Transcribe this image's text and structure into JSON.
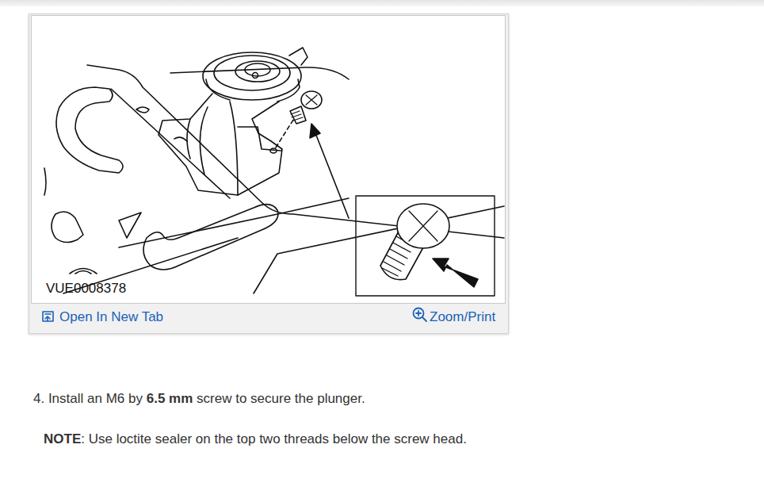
{
  "diagram": {
    "labels": [
      "VUE0008378",
      "Open In New Tab",
      "Zoom/Print",
      "4. Install an M6 by",
      "6.5 mm",
      "screw to secure the plunger.",
      "NOTE",
      ": Use loctite sealer on the top two threads below the screw head."
    ]
  }
}
